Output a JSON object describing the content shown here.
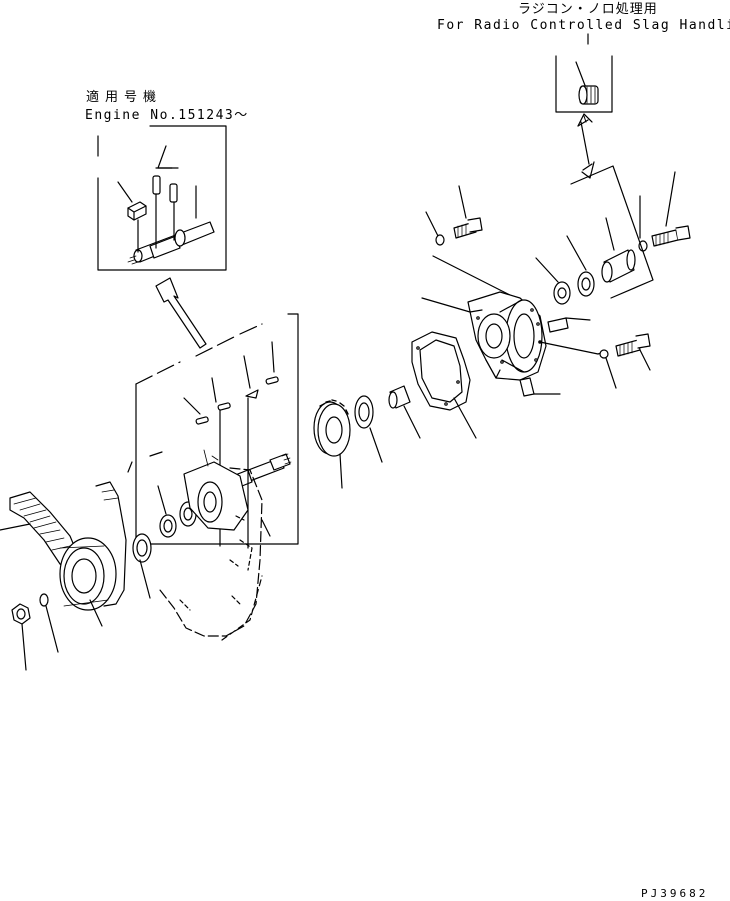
{
  "labels": {
    "radio_jp": "ラジコン・ノロ処理用",
    "radio_en": "For Radio Controlled Slag Handling",
    "engine_jp": "適用号機",
    "engine_en": "Engine No.151243～",
    "drawing_code": "PJ39682"
  },
  "colors": {
    "line": "#000000",
    "background": "#ffffff"
  }
}
